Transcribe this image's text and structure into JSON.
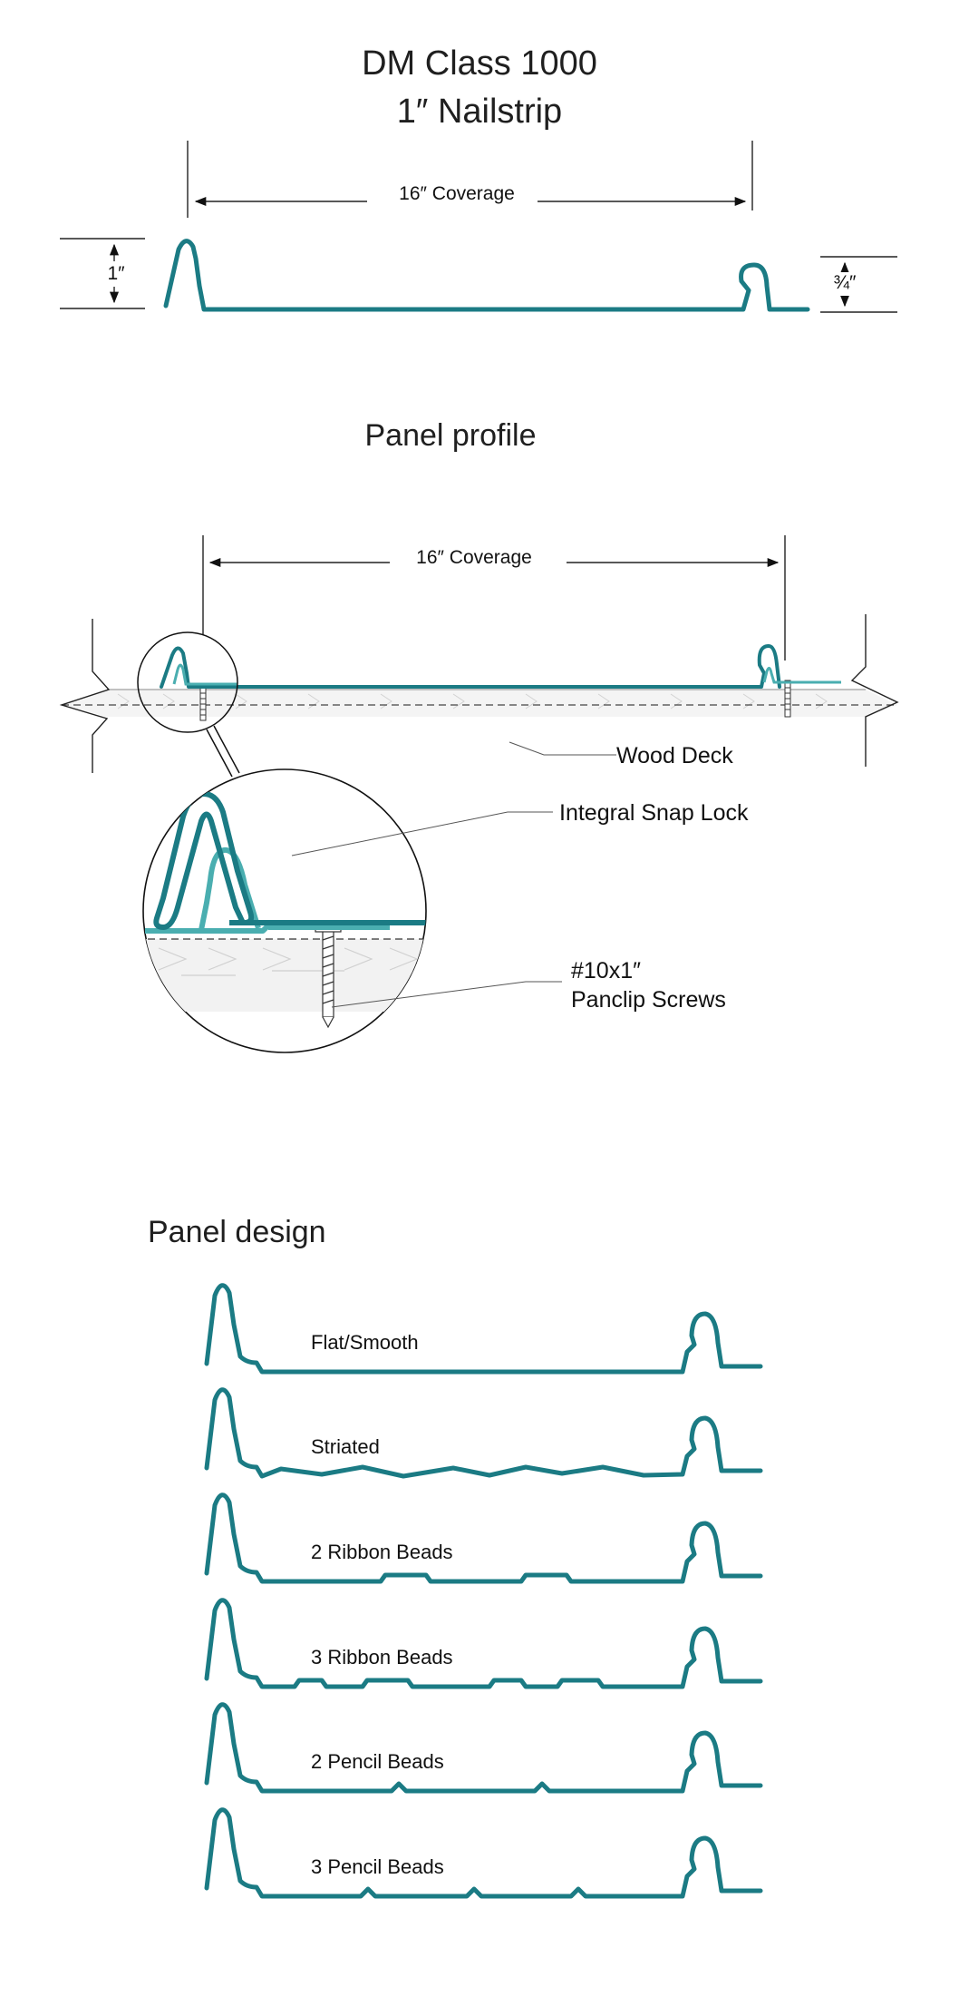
{
  "title": {
    "line1": "DM Class 1000",
    "line2": "1″ Nailstrip"
  },
  "nailstrip": {
    "coverage_label": "16″ Coverage",
    "height_left": "1″",
    "height_right": "¾″"
  },
  "panel_profile": {
    "heading": "Panel profile",
    "coverage_label": "16″ Coverage",
    "callouts": {
      "wood_deck": "Wood Deck",
      "snap_lock": "Integral Snap Lock",
      "screw_line1": "#10x1″",
      "screw_line2": "Panclip Screws"
    }
  },
  "panel_design": {
    "heading": "Panel design",
    "designs": [
      {
        "label": "Flat/Smooth"
      },
      {
        "label": "Striated"
      },
      {
        "label": "2 Ribbon Beads"
      },
      {
        "label": "3 Ribbon Beads"
      },
      {
        "label": "2 Pencil Beads"
      },
      {
        "label": "3 Pencil Beads"
      }
    ]
  },
  "colors": {
    "panel": "#1b7b84",
    "snap_lock": "#4aaeb0",
    "line": "#222222"
  }
}
